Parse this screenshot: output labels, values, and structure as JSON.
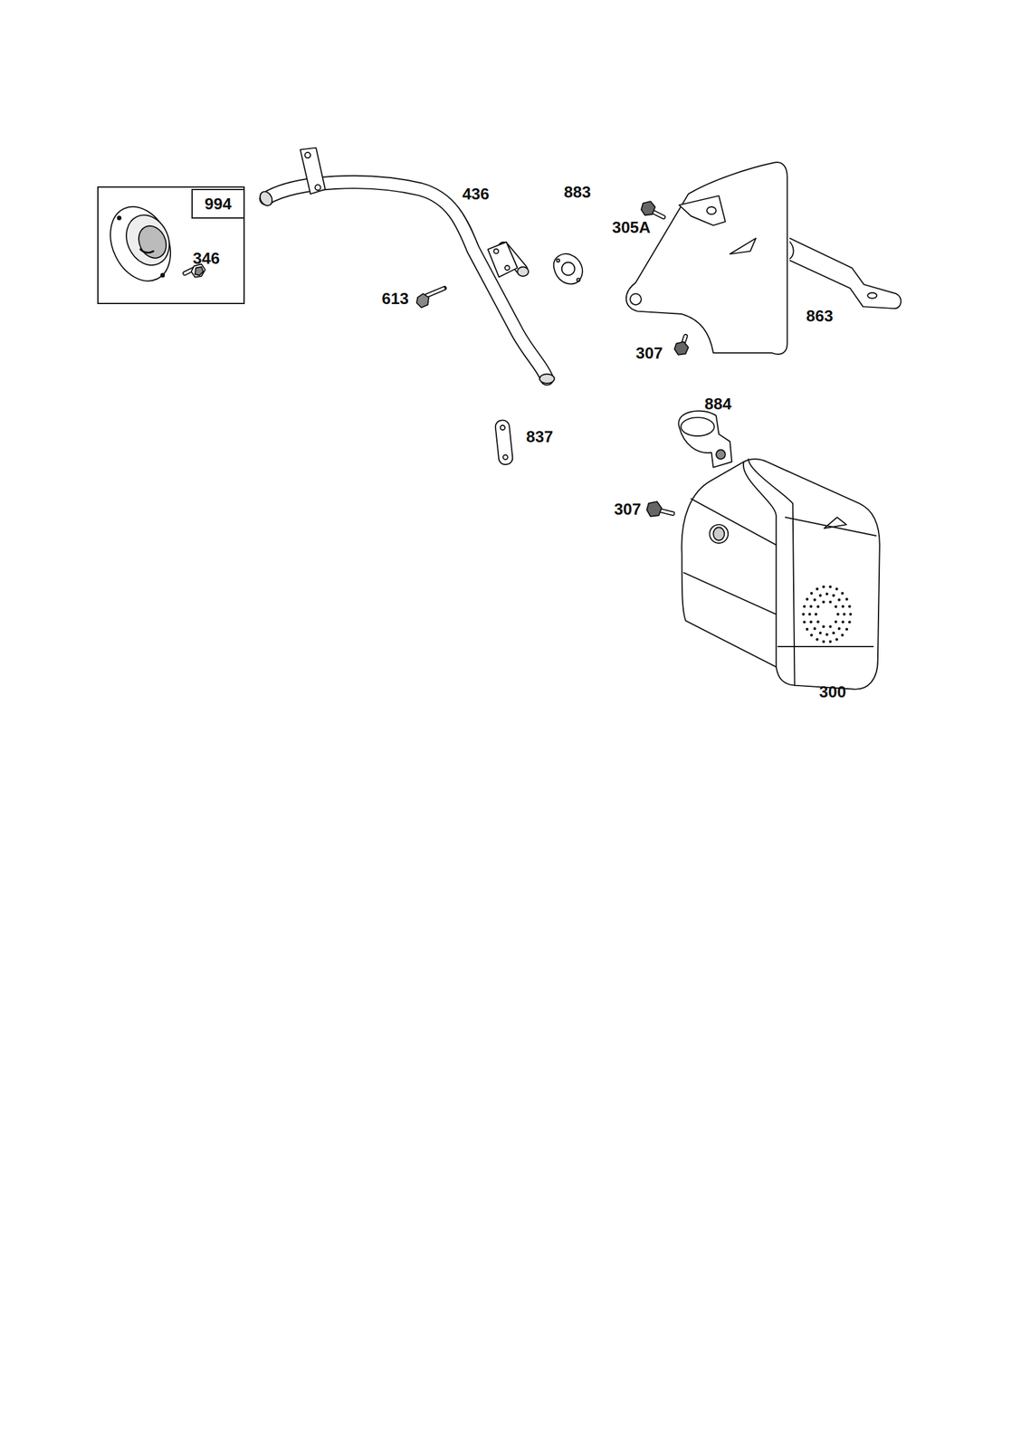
{
  "diagram": {
    "nodes": [
      {
        "text": [
          "346"
        ]
      },
      {
        "text": [
          "994"
        ],
        "in": 0
      }
    ],
    "labels": [
      "436",
      "883",
      "305A",
      "613",
      "863",
      "307",
      "884",
      "837",
      "307",
      "300"
    ]
  }
}
